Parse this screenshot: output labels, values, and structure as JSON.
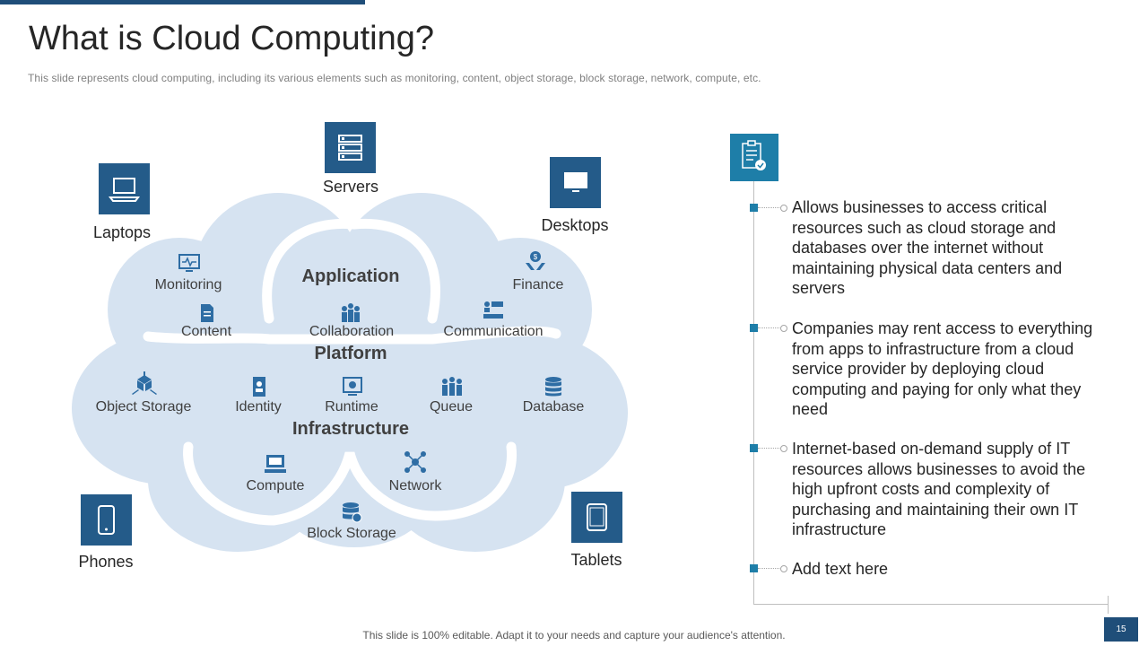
{
  "slide": {
    "title": "What is Cloud Computing?",
    "subtitle": "This slide represents cloud computing, including its various  elements such as monitoring,  content, object storage, block storage, network, compute, etc.",
    "footer": "This slide is 100% editable. Adapt it to your needs and capture your audience's attention.",
    "page_number": "15"
  },
  "devices": {
    "servers": "Servers",
    "laptops": "Laptops",
    "desktops": "Desktops",
    "phones": "Phones",
    "tablets": "Tablets"
  },
  "cloud": {
    "headings": {
      "application": "Application",
      "platform": "Platform",
      "infrastructure": "Infrastructure"
    },
    "items": {
      "monitoring": "Monitoring",
      "content": "Content",
      "collaboration": "Collaboration",
      "finance": "Finance",
      "communication": "Communication",
      "object_storage": "Object Storage",
      "identity": "Identity",
      "runtime": "Runtime",
      "queue": "Queue",
      "database": "Database",
      "compute": "Compute",
      "network": "Network",
      "block_storage": "Block Storage"
    }
  },
  "points": [
    "Allows businesses to access critical resources such as cloud storage and databases over the internet without maintaining physical data centers and servers",
    "Companies may rent access to everything from apps to infrastructure from a cloud service provider by deploying cloud computing and paying for only what they need",
    "Internet-based on-demand supply of IT resources allows businesses to avoid the high upfront costs and complexity of purchasing and maintaining their own IT infrastructure",
    "Add text here"
  ],
  "colors": {
    "accent_dark": "#245b89",
    "accent_teal": "#1e7ea8",
    "cloud_fill": "#d6e3f1",
    "icon_blue": "#2e6da4"
  }
}
